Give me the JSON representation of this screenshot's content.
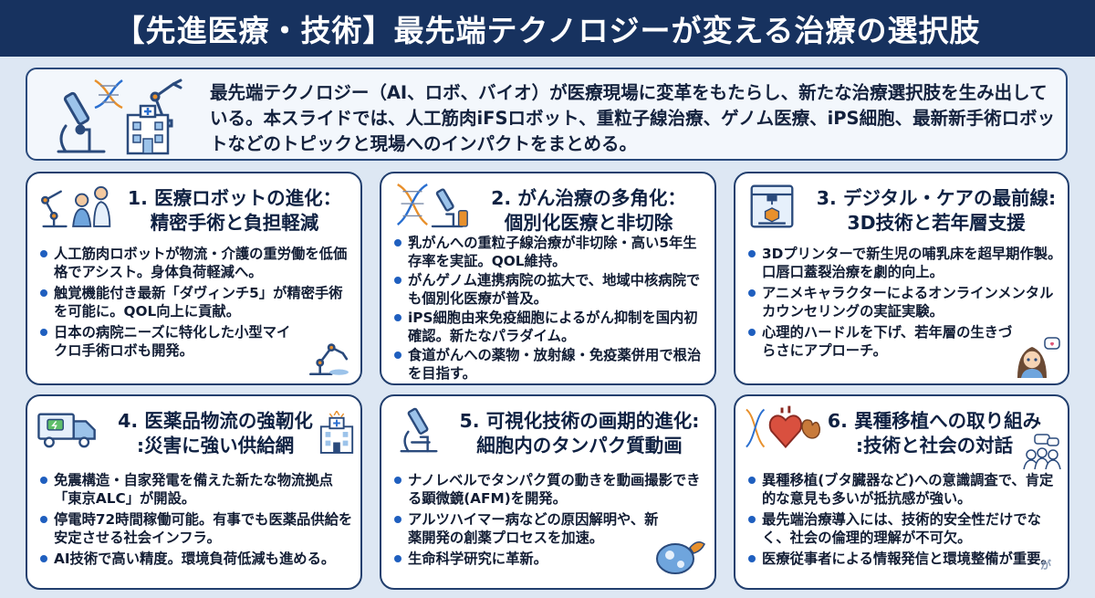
{
  "title": "【先進医療・技術】最先端テクノロジーが変える治療の選択肢",
  "intro": {
    "text": "最先端テクノロジー（AI、ロボ、バイオ）が医療現場に変革をもたらし、新たな治療選択肢を生み出している。本スライドでは、人工筋肉iFSロボット、重粒子線治療、ゲノム医療、iPS細胞、最新新手術ロボットなどのトピックと現場へのインパクトをまとめる。"
  },
  "cards": [
    {
      "title_line1": "1. 医療ロボットの進化：",
      "title_line2": "精密手術と負担軽減",
      "bullets": [
        "人工筋肉ロボットが物流・介護の重労働を低価格でアシスト。身体負荷軽減へ。",
        "触覚機能付き最新「ダヴィンチ5」が精密手術を可能に。QOL向上に貢献。",
        "日本の病院ニーズに特化した小型マイクロ手術ロボも開発。"
      ]
    },
    {
      "title_line1": "2. がん治療の多角化：",
      "title_line2": "個別化医療と非切除",
      "bullets": [
        "乳がんへの重粒子線治療が非切除・高い5年生存率を実証。QOL維持。",
        "がんゲノム連携病院の拡大で、地域中核病院でも個別化医療が普及。",
        "iPS細胞由来免疫細胞によるがん抑制を国内初確認。新たなパラダイム。",
        "食道がんへの薬物・放射線・免疫薬併用で根治を目指す。"
      ]
    },
    {
      "title_line1": "3. デジタル・ケアの最前線:",
      "title_line2": "3D技術と若年層支援",
      "bullets": [
        "3Dプリンターで新生児の哺乳床を超早期作製。口唇口蓋裂治療を劇的向上。",
        "アニメキャラクターによるオンラインメンタルカウンセリングの実証実験。",
        "心理的ハードルを下げ、若年層の生きづらさにアプローチ。"
      ]
    },
    {
      "title_line1": "4. 医薬品物流の強靭化",
      "title_line2": ":災害に強い供給網",
      "bullets": [
        "免震構造・自家発電を備えた新たな物流拠点「東京ALC」が開設。",
        "停電時72時間稼働可能。有事でも医薬品供給を安定させる社会インフラ。",
        "AI技術で高い精度。環境負荷低減も進める。"
      ]
    },
    {
      "title_line1": "5. 可視化技術の画期的進化:",
      "title_line2": "細胞内のタンパク質動画",
      "bullets": [
        "ナノレベルでタンパク質の動きを動画撮影できる顕微鏡(AFM)を開発。",
        "アルツハイマー病などの原因解明や、新薬開発の創薬プロセスを加速。",
        "生命科学研究に革新。"
      ]
    },
    {
      "title_line1": "6. 異種移植への取り組み",
      "title_line2": ":技術と社会の対話",
      "bullets": [
        "異種移植(ブタ臓器など)への意識調査で、肯定的な意見も多いが抵抗感が強い。",
        "最先端治療導入には、技術的安全性だけでなく、社会の倫理的理解が不可欠。",
        "医療従事者による情報発信と環境整備が重要。"
      ]
    }
  ],
  "watermark": "が",
  "icons": {
    "intro": "microscope-dna-robot-hospital-icon",
    "card1": "robot-arm-caregiver-icon",
    "card2": "dna-microscope-icon",
    "card3": "3d-printer-icon",
    "card4": "delivery-truck-icon",
    "card5": "microscope-icon",
    "card6": "heart-kidney-organ-icon"
  },
  "colors": {
    "header_bg": "#17325f",
    "accent_blue": "#1f5fbf",
    "border": "#223f6e",
    "orange": "#e8902c"
  }
}
